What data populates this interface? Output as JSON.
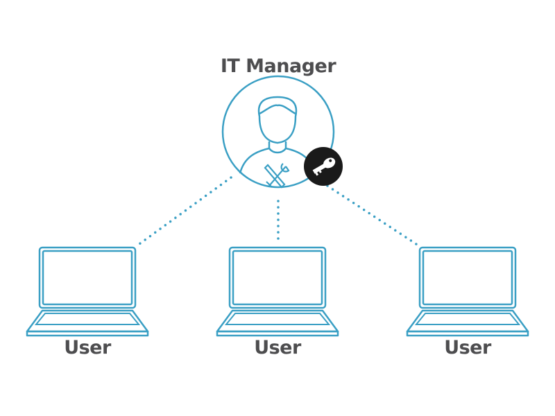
{
  "manager": {
    "label": "IT Manager",
    "icon": "person-with-tools-icon",
    "badge_icon": "key-icon"
  },
  "users": [
    {
      "label": "User",
      "icon": "laptop-icon"
    },
    {
      "label": "User",
      "icon": "laptop-icon"
    },
    {
      "label": "User",
      "icon": "laptop-icon"
    }
  ],
  "colors": {
    "accent": "#3a9fc4",
    "text": "#4d4d4f",
    "badge": "#1a1a1a"
  }
}
